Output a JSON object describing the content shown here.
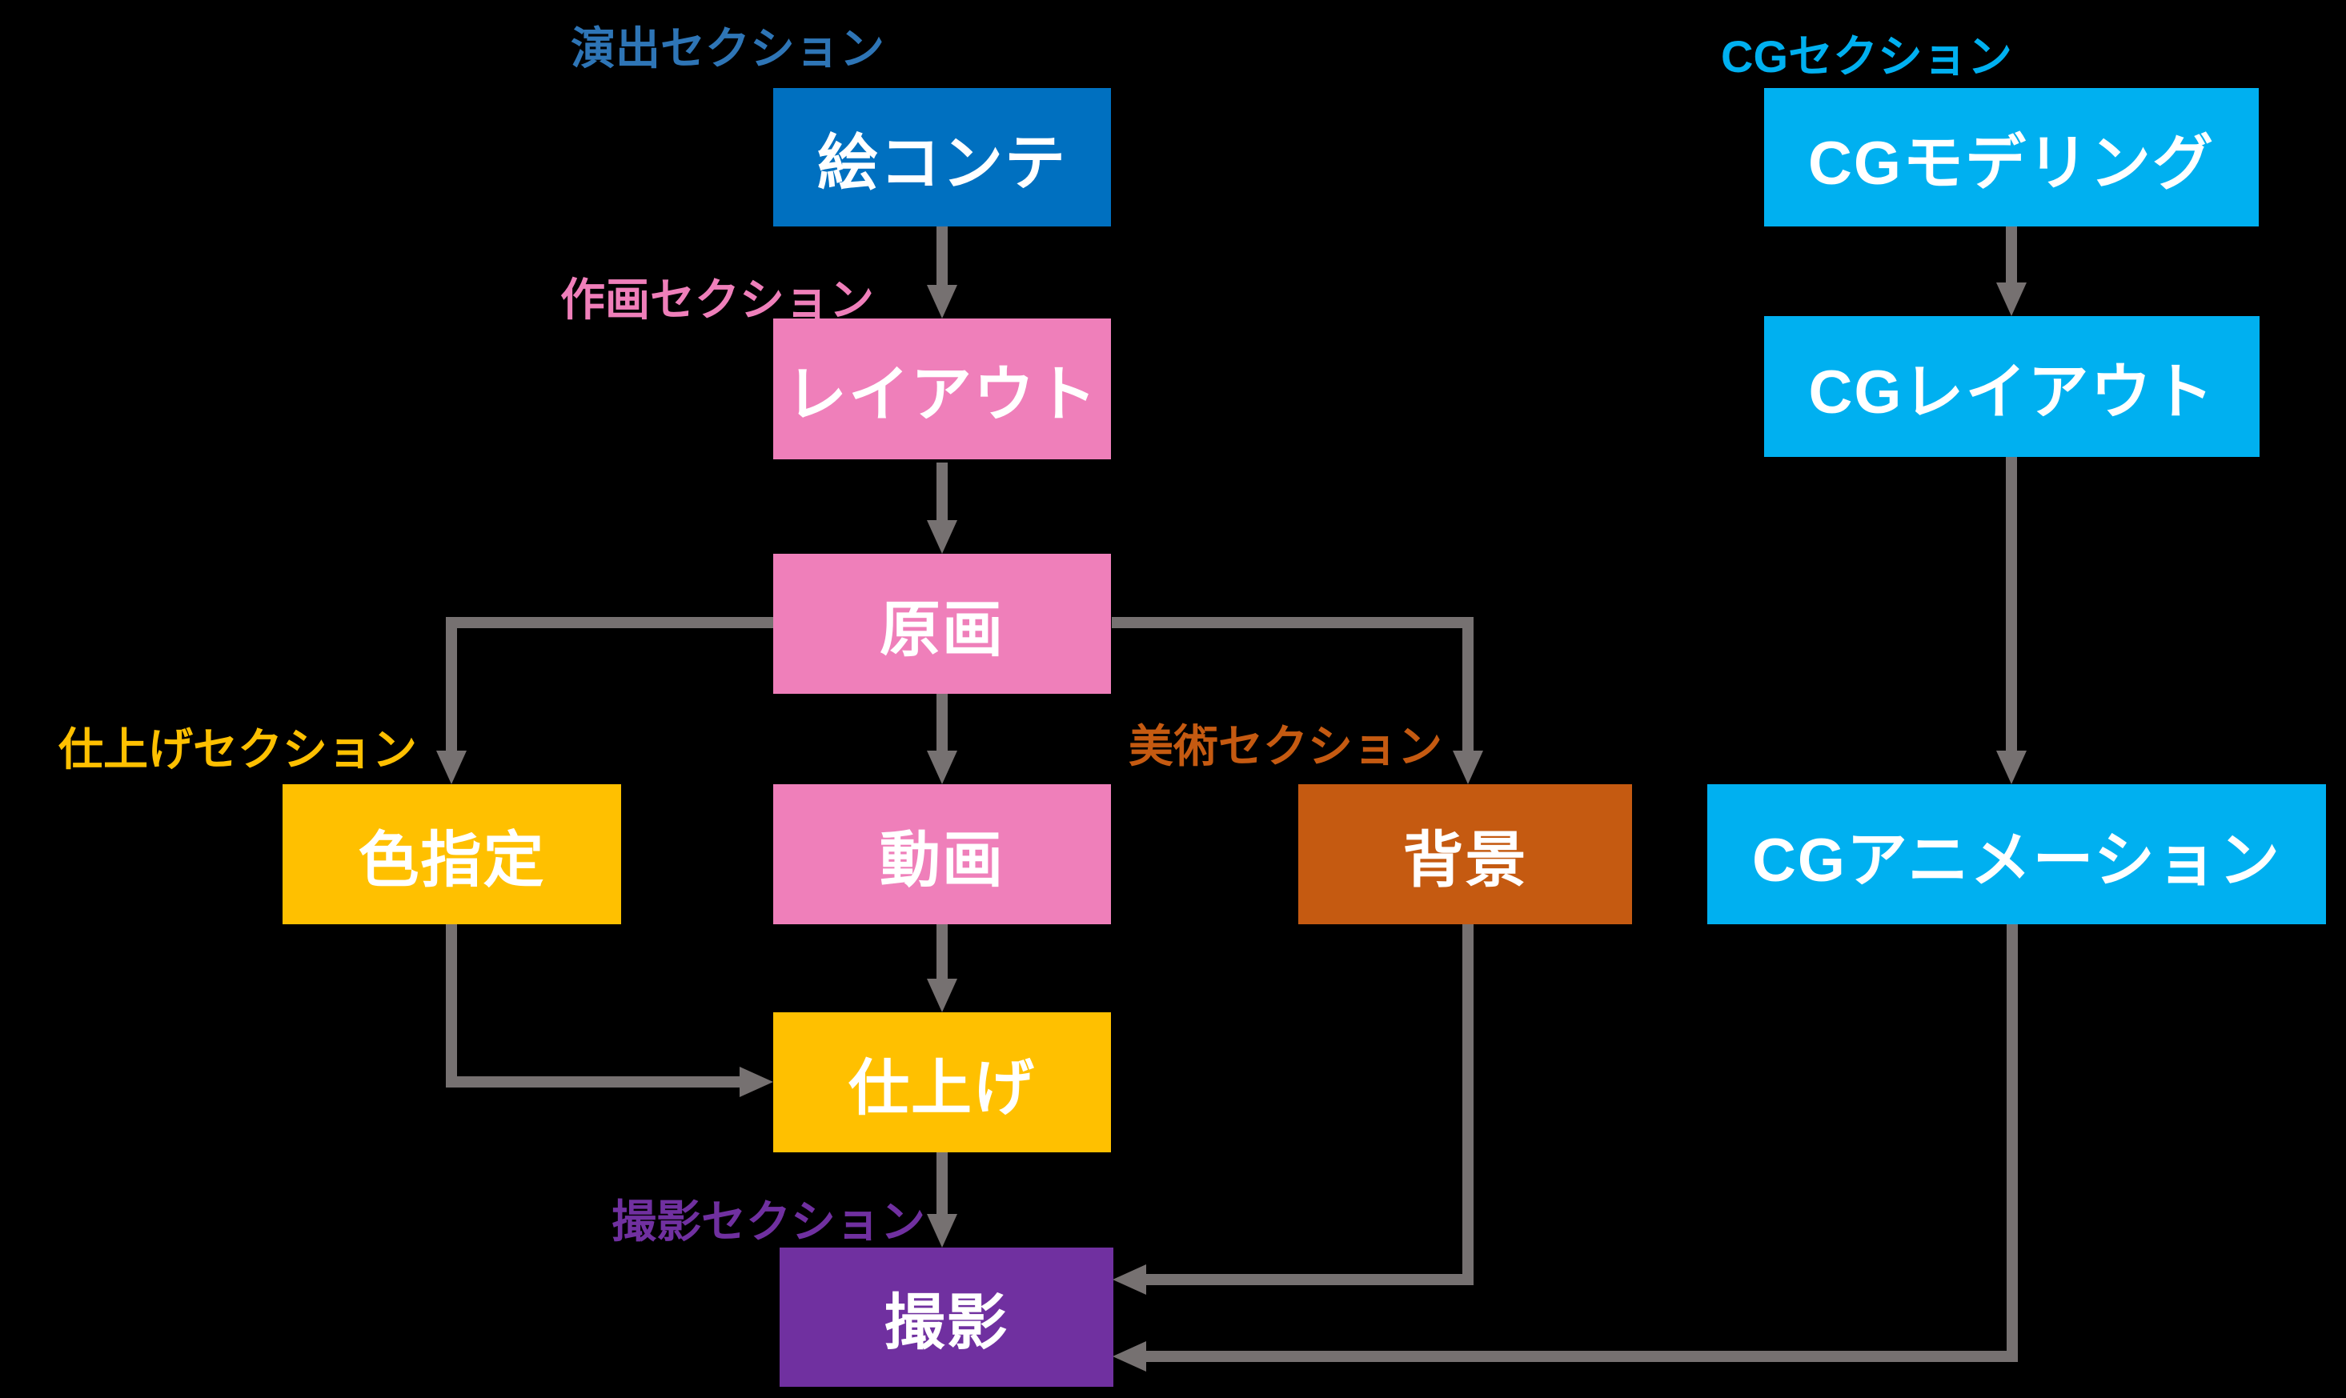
{
  "diagram": {
    "title": "anime-production-pipeline-flowchart",
    "background": "#000000",
    "arrow_color": "#767171",
    "node_text_color": "#ffffff",
    "section_labels": [
      {
        "id": "direction",
        "text": "演出セクション",
        "color": "#2e75b6"
      },
      {
        "id": "sakuga",
        "text": "作画セクション",
        "color": "#ef7fba"
      },
      {
        "id": "finishing",
        "text": "仕上げセクション",
        "color": "#ffc000"
      },
      {
        "id": "art",
        "text": "美術セクション",
        "color": "#c55a11"
      },
      {
        "id": "photography",
        "text": "撮影セクション",
        "color": "#7030a0"
      },
      {
        "id": "cg",
        "text": "CGセクション",
        "color": "#00b0f0"
      }
    ],
    "nodes": [
      {
        "id": "storyboard",
        "text": "絵コンテ",
        "color": "#0070c0"
      },
      {
        "id": "layout",
        "text": "レイアウト",
        "color": "#ef7fba"
      },
      {
        "id": "genga",
        "text": "原画",
        "color": "#ef7fba"
      },
      {
        "id": "douga",
        "text": "動画",
        "color": "#ef7fba"
      },
      {
        "id": "color-design",
        "text": "色指定",
        "color": "#ffc000"
      },
      {
        "id": "background-art",
        "text": "背景",
        "color": "#c55a11"
      },
      {
        "id": "finishing",
        "text": "仕上げ",
        "color": "#ffc000"
      },
      {
        "id": "compositing",
        "text": "撮影",
        "color": "#7030a0"
      },
      {
        "id": "cg-modeling",
        "text": "CGモデリング",
        "color": "#00b0f0"
      },
      {
        "id": "cg-layout",
        "text": "CGレイアウト",
        "color": "#00b0f0"
      },
      {
        "id": "cg-animation",
        "text": "CGアニメーション",
        "color": "#00b0f0"
      }
    ],
    "edges": [
      {
        "from": "storyboard",
        "to": "layout"
      },
      {
        "from": "layout",
        "to": "genga"
      },
      {
        "from": "genga",
        "to": "color-design"
      },
      {
        "from": "genga",
        "to": "douga"
      },
      {
        "from": "genga",
        "to": "background-art"
      },
      {
        "from": "douga",
        "to": "finishing"
      },
      {
        "from": "color-design",
        "to": "finishing"
      },
      {
        "from": "finishing",
        "to": "compositing"
      },
      {
        "from": "background-art",
        "to": "compositing"
      },
      {
        "from": "cg-modeling",
        "to": "cg-layout"
      },
      {
        "from": "cg-layout",
        "to": "cg-animation"
      },
      {
        "from": "cg-animation",
        "to": "compositing"
      }
    ]
  }
}
